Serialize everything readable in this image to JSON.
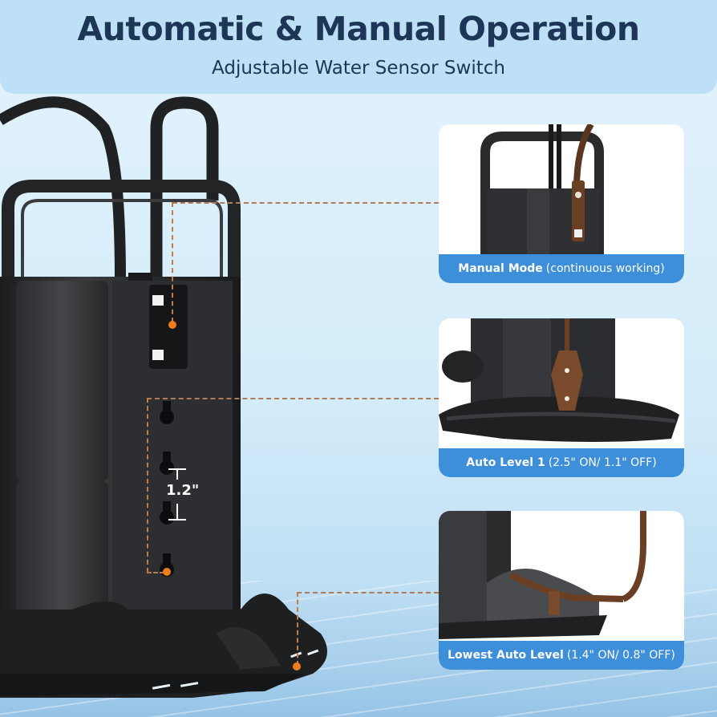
{
  "header": {
    "title": "Automatic & Manual Operation",
    "subtitle": "Adjustable Water Sensor Switch"
  },
  "main_pump": {
    "measurement_label": "1.2\""
  },
  "callouts": [
    {
      "mode": "Manual Mode",
      "detail": "(continuous working)"
    },
    {
      "mode": "Auto Level 1",
      "detail": "(2.5\" ON/ 1.1\" OFF)"
    },
    {
      "mode": "Lowest Auto Level",
      "detail": "(1.4\" ON/ 0.8\" OFF)"
    }
  ],
  "colors": {
    "title_navy": "#1d3557",
    "banner_blue": "#bde0f7",
    "label_blue": "#3d8fd9",
    "connector_orange": "#f07d1b",
    "pump_black": "#2a2b2d",
    "cord_brown": "#6b3f24"
  }
}
